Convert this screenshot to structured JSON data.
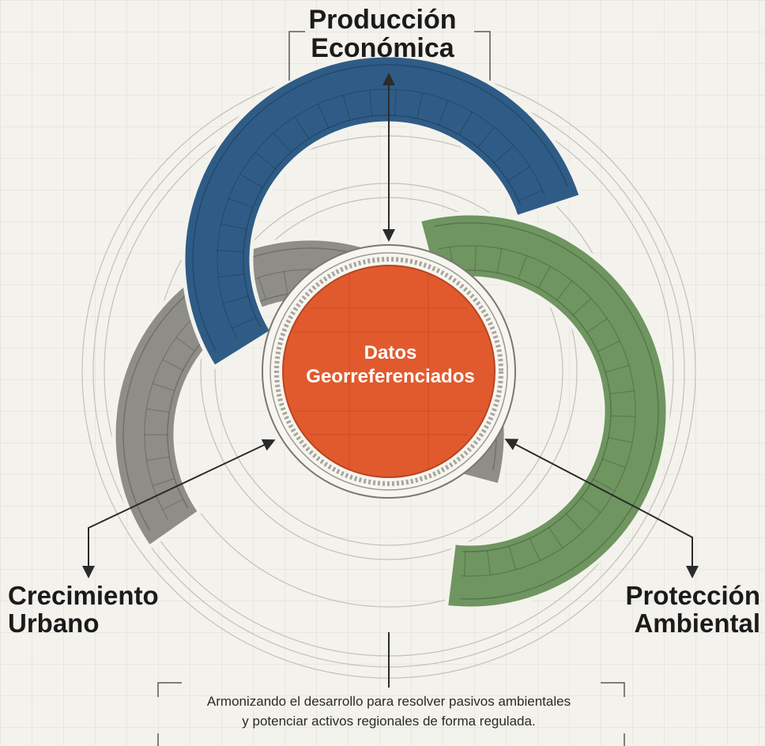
{
  "labels": {
    "top": [
      "Producción",
      "Económica"
    ],
    "left": [
      "Crecimiento",
      "Urbano"
    ],
    "right": [
      "Protección",
      "Ambiental"
    ],
    "center": [
      "Datos",
      "Georreferenciados"
    ]
  },
  "caption": [
    "Armonizando el desarrollo para resolver pasivos ambientales",
    "y potenciar activos regionales de forma regulada."
  ],
  "colors": {
    "background": "#f3f2ec",
    "grid": "#dedbd2",
    "blueprint_line": "#b9b6ad",
    "economica": "#2f5c86",
    "urbano": "#8e8d87",
    "ambiental": "#6f9560",
    "center": "#e15a2d",
    "text": "#1b1b1b"
  }
}
